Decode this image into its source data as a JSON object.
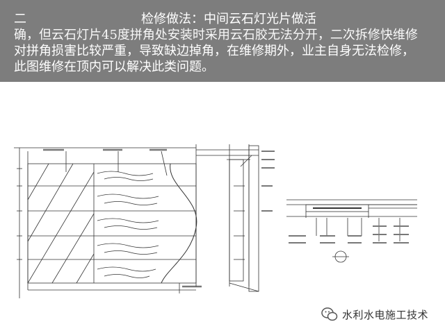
{
  "header": {
    "line1_prefix": "二",
    "line1_title": "检修做法：中间云石灯光片做活",
    "line2": "确，但云石灯片45度拼角处安装时采用云石胶无法分开，二次拆修快维修",
    "line3": "对拼角损害比较严重，导致缺边掉角，在维修期外，业主自身无法检修，",
    "line4": "此图维修在顶内可以解决此类问题。"
  },
  "colors": {
    "header_bg": "#7d7d7d",
    "header_text": "#ffffff",
    "line_color": "#333333"
  },
  "watermark": {
    "icon": "wechat-icon",
    "text": "水利水电施工技术"
  }
}
